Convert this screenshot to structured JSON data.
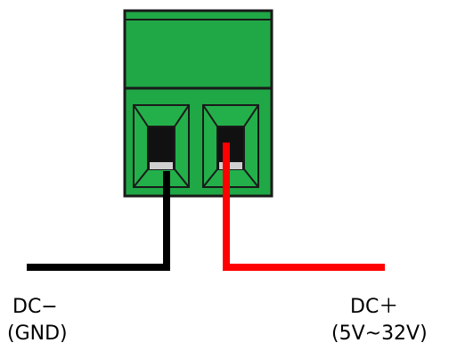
{
  "labels": {
    "negative_line1": "DC−",
    "negative_line2": "(GND)",
    "positive_line1": "DC＋",
    "positive_line2": "(5V~32V)"
  },
  "colors": {
    "terminal_body": "#1fa845",
    "terminal_outline": "#1a1a1a",
    "wire_negative": "#000000",
    "wire_positive": "#ff0000"
  },
  "icons": [
    "terminal-block-icon",
    "wire-icon"
  ]
}
